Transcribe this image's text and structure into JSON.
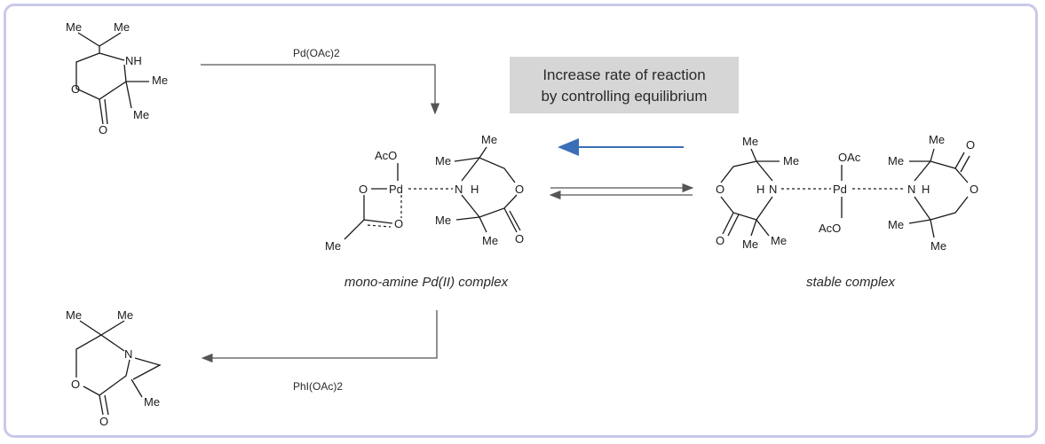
{
  "reagents": {
    "top": "Pd(OAc)2",
    "bottom": "PhI(OAc)2"
  },
  "labels": {
    "mono_complex": "mono-amine Pd(II) complex",
    "stable_complex": "stable complex"
  },
  "note": {
    "line1": "Increase rate of reaction",
    "line2": "by controlling equilibrium"
  },
  "atoms": {
    "me": "Me",
    "nh": "NH",
    "n": "N",
    "h": "H",
    "o": "O",
    "pd": "Pd",
    "oac": "OAc",
    "aco": "AcO"
  },
  "colors": {
    "frame": "#c9c9ea",
    "note_bg": "#d6d6d6",
    "blue_arrow": "#3a6fb8",
    "arrow": "#555555"
  }
}
